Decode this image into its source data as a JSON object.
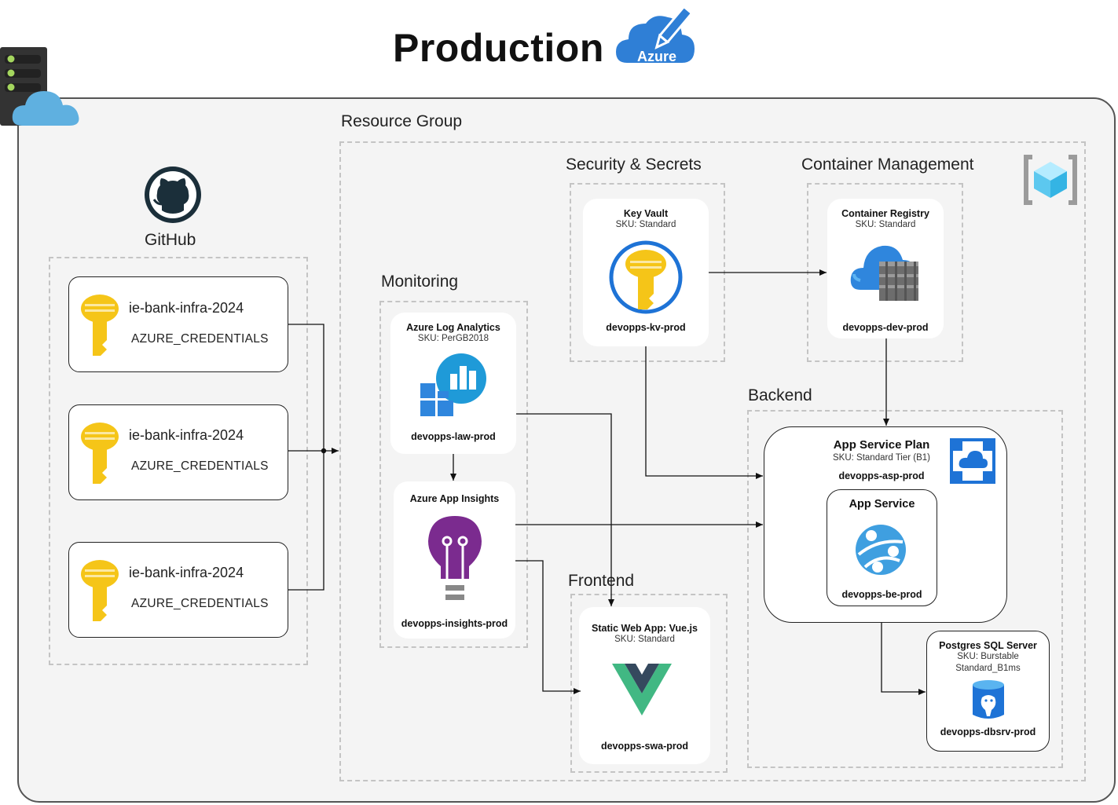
{
  "title": "Production",
  "badge": "Azure",
  "groups": {
    "resource_group": "Resource Group",
    "security": "Security & Secrets",
    "container": "Container Management",
    "monitoring": "Monitoring",
    "backend": "Backend",
    "frontend": "Frontend"
  },
  "github": {
    "label": "GitHub",
    "secrets": [
      {
        "name": "ie-bank-infra-2024",
        "credential": "AZURE_CREDENTIALS"
      },
      {
        "name": "ie-bank-infra-2024",
        "credential": "AZURE_CREDENTIALS"
      },
      {
        "name": "ie-bank-infra-2024",
        "credential": "AZURE_CREDENTIALS"
      }
    ]
  },
  "resources": {
    "key_vault": {
      "title": "Key Vault",
      "sku": "SKU: Standard",
      "name": "devopps-kv-prod"
    },
    "container_registry": {
      "title": "Container Registry",
      "sku": "SKU: Standard",
      "name": "devopps-dev-prod"
    },
    "log_analytics": {
      "title": "Azure Log Analytics",
      "sku": "SKU: PerGB2018",
      "name": "devopps-law-prod"
    },
    "app_insights": {
      "title": "Azure App Insights",
      "name": "devopps-insights-prod"
    },
    "app_service_plan": {
      "title": "App Service Plan",
      "sku": "SKU: Standard Tier (B1)",
      "name": "devopps-asp-prod"
    },
    "app_service": {
      "title": "App Service",
      "name": "devopps-be-prod"
    },
    "static_web_app": {
      "title": "Static Web App: Vue.js",
      "sku": "SKU: Standard",
      "name": "devopps-swa-prod"
    },
    "postgres": {
      "title": "Postgres SQL Server",
      "sku_line1": "SKU: Burstable",
      "sku_line2": "Standard_B1ms",
      "name": "devopps-dbsrv-prod"
    }
  },
  "colors": {
    "azure_blue": "#2f7fd6",
    "key_yellow": "#f5c518",
    "insights_purple": "#7b2b8f",
    "vue_green": "#41b883",
    "vue_dark": "#35495e",
    "github_dark": "#1b2f3a"
  }
}
